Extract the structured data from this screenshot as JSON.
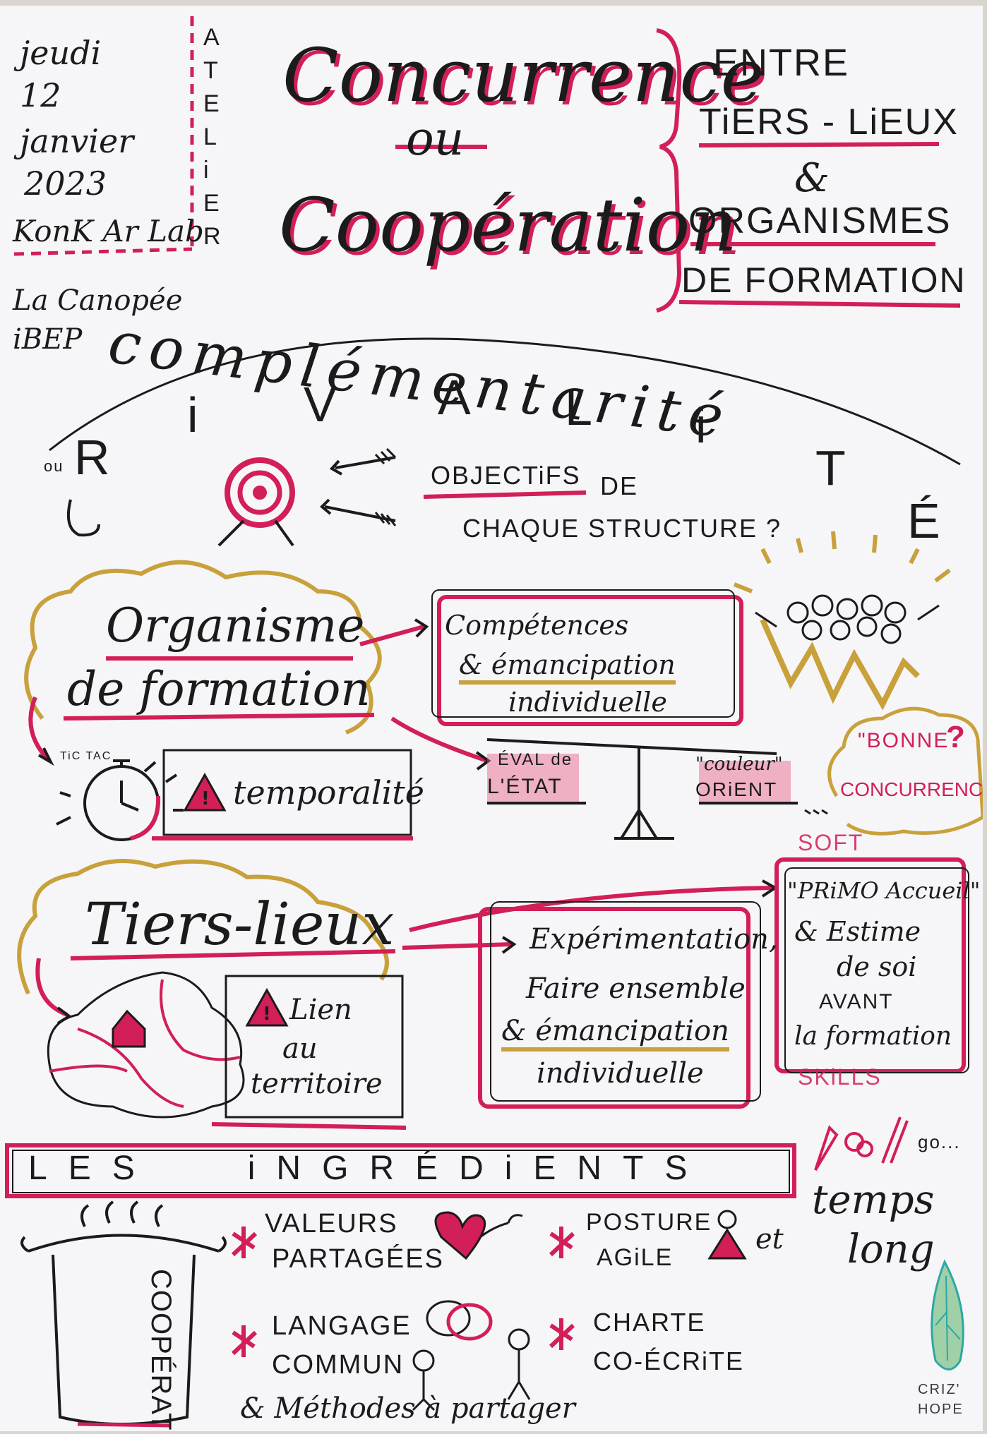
{
  "header": {
    "date_day": "jeudi",
    "date_num": "12",
    "date_month": "janvier",
    "date_year": "2023",
    "host": "KonK Ar Lab",
    "atelier_letters": [
      "A",
      "T",
      "E",
      "L",
      "i",
      "E",
      "R"
    ],
    "partner_1": "La Canopée",
    "partner_2": "iBEP",
    "title_1": "Concurrence",
    "title_or": "ou",
    "title_2": "Coopération",
    "subtitle": [
      "ENTRE",
      "TiERS - LiEUX",
      "&",
      "ORGANISMES",
      "DE FORMATION"
    ]
  },
  "arc": {
    "complementarite": "complémentarité",
    "ou_small": "ou",
    "rivalite": [
      "R",
      "i",
      "V",
      "A",
      "L",
      "i",
      "T",
      "É"
    ]
  },
  "objectives": {
    "line_1": "OBJECTiFS",
    "line_1b": "DE",
    "line_2": "CHAQUE STRUCTURE ?"
  },
  "organisme": {
    "title_1": "Organisme",
    "title_2": "de formation",
    "box_1_line_1": "Compétences",
    "box_1_line_2": "& émancipation",
    "box_1_line_3": "individuelle",
    "tic_tac": "TiC TAC",
    "temporalite": "temporalité",
    "scale_left_1": "ÉVAL de",
    "scale_left_2": "L'ÉTAT",
    "scale_right_1": "\"couleur\"",
    "scale_right_2": "ORiENT",
    "bonne_1": "\"BONNE",
    "bonne_q": "?",
    "bonne_2": "CONCURRENCE"
  },
  "tiers_lieux": {
    "title": "Tiers-lieux",
    "lien_1": "Lien",
    "lien_2": "au",
    "lien_3": "territoire",
    "box_line_1": "Expérimentation,",
    "box_line_2": "Faire ensemble",
    "box_line_3": "& émancipation",
    "box_line_4": "individuelle",
    "soft": "SOFT",
    "skills": "SKiLLS",
    "primo_1": "\"PRiMO Accueil\"",
    "primo_2": "& Estime",
    "primo_3": "de soi",
    "primo_4": "AVANT",
    "primo_5": "la formation"
  },
  "ingredients": {
    "banner": "LES   iNGRÉDiENTS",
    "etc": "go...",
    "pot_label": "COOPÉRATION",
    "items": [
      {
        "line_1": "VALEURS",
        "line_2": "PARTAGÉES"
      },
      {
        "line_1": "POSTURE",
        "line_2": "AGiLE"
      },
      {
        "line_1": "LANGAGE",
        "line_2": "COMMUN"
      },
      {
        "line_1": "CHARTE",
        "line_2": "CO-ÉCRiTE"
      }
    ],
    "et": "et",
    "temps_1": "temps",
    "temps_2": "long",
    "methodes": "& Méthodes à partager"
  },
  "logo": {
    "line_1": "CRIZ'",
    "line_2": "HOPE"
  },
  "colors": {
    "ink": "#1b1b1b",
    "pink": "#d21f57",
    "gold": "#c9a13b",
    "paper": "#f6f6f9"
  }
}
